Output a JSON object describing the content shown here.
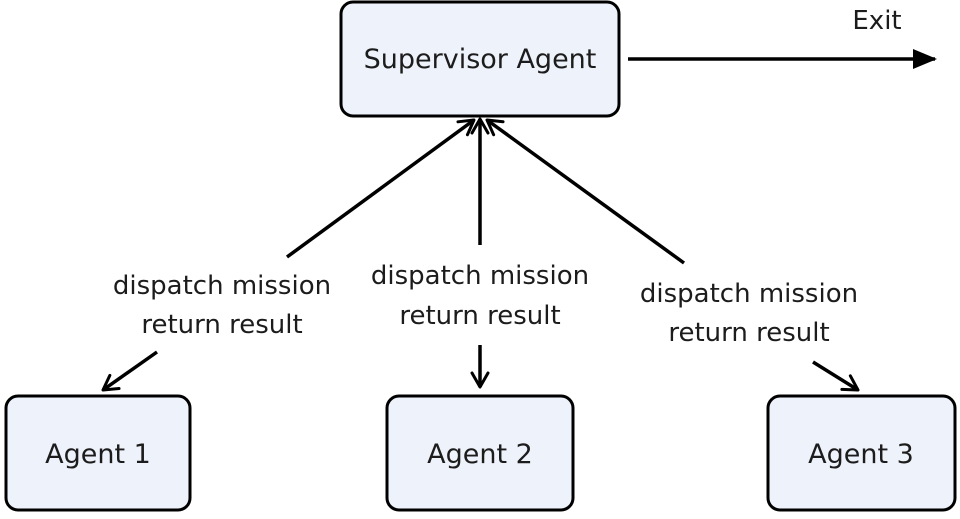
{
  "nodes": {
    "supervisor": "Supervisor Agent",
    "agent1": "Agent 1",
    "agent2": "Agent 2",
    "agent3": "Agent 3"
  },
  "edges": [
    {
      "line1": "dispatch mission",
      "line2": "return result"
    },
    {
      "line1": "dispatch mission",
      "line2": "return result"
    },
    {
      "line1": "dispatch mission",
      "line2": "return result"
    }
  ],
  "exit_label": "Exit"
}
